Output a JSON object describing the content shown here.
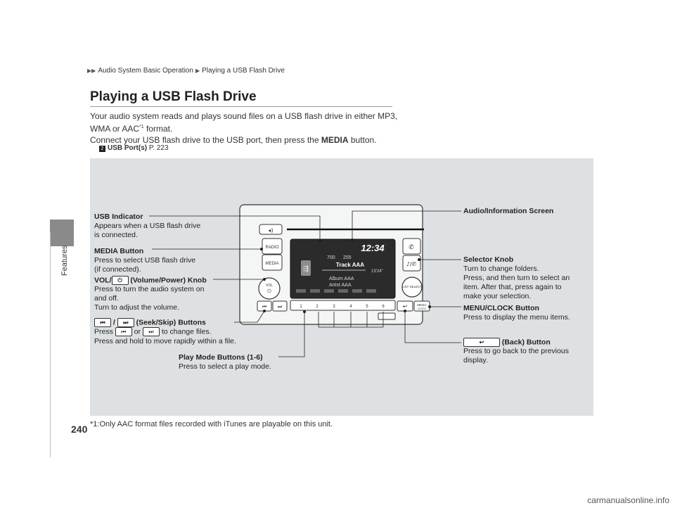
{
  "page": {
    "number": "240",
    "section": "Features"
  },
  "breadcrumb": [
    "Audio System Basic Operation",
    "Playing a USB Flash Drive"
  ],
  "title": "Playing a USB Flash Drive",
  "body": {
    "line1": "Your audio system reads and plays sound files on a USB flash drive in either MP3,",
    "line2_pre": "WMA or AAC",
    "line2_sup": "*1",
    "line2_post": " format.",
    "line3_pre": "Connect your USB flash drive to the USB port, then press the ",
    "line3_bold": "MEDIA",
    "line3_post": " button."
  },
  "xref": {
    "label": "USB Port(s)",
    "page": "P. 223"
  },
  "footnote": "*1:Only AAC format files recorded with iTunes are playable on this unit.",
  "watermark": "carmanualsonline.info",
  "unit": {
    "radio_label": "RADIO",
    "media_label": "MEDIA",
    "vol_label": "VOL",
    "list_label": "LIST SELECT",
    "menu_label": "MENU",
    "clock_label": "CLOCK",
    "presets": [
      "1",
      "2",
      "3",
      "4",
      "5",
      "6"
    ],
    "screen": {
      "clock": "12:34",
      "folder": "700",
      "track_no": "255",
      "track": "Track AAA",
      "time": "13'24\"",
      "album": "Album AAA",
      "artist": "Artist AAA"
    }
  },
  "callouts": {
    "usb_indicator": {
      "heading": "USB Indicator",
      "text1": "Appears when a USB flash drive",
      "text2": "is connected."
    },
    "media_button": {
      "heading": "MEDIA Button",
      "text1": "Press to select USB flash drive",
      "text2": "(if connected)."
    },
    "vol_knob": {
      "heading_pre": "VOL/",
      "heading_post": " (Volume/Power) Knob",
      "text1": "Press to turn the audio system on",
      "text2": "and off.",
      "text3": "Turn to adjust the volume."
    },
    "seek": {
      "heading_mid": " / ",
      "heading_post": " (Seek/Skip) Buttons",
      "text_pre": "Press ",
      "text_mid": " or ",
      "text_post": " to change files.",
      "text2": "Press and hold to move rapidly within a file."
    },
    "play_mode": {
      "heading": "Play Mode Buttons (1-6)",
      "text1": "Press to select a play mode."
    },
    "screen": {
      "heading": "Audio/Information Screen"
    },
    "selector": {
      "heading": "Selector Knob",
      "text1": "Turn to change folders.",
      "text2": "Press, and then turn to select an",
      "text3": "item. After that, press again to",
      "text4": "make your selection."
    },
    "menu_clock": {
      "heading": "MENU/CLOCK Button",
      "text1": "Press to display the menu items."
    },
    "back": {
      "heading": " (Back) Button",
      "text1": "Press to go back to the previous",
      "text2": "display."
    }
  },
  "colors": {
    "figure_bg": "#dde1e3",
    "tab": "#8a8a8a",
    "screen": "#2b2b2b"
  }
}
